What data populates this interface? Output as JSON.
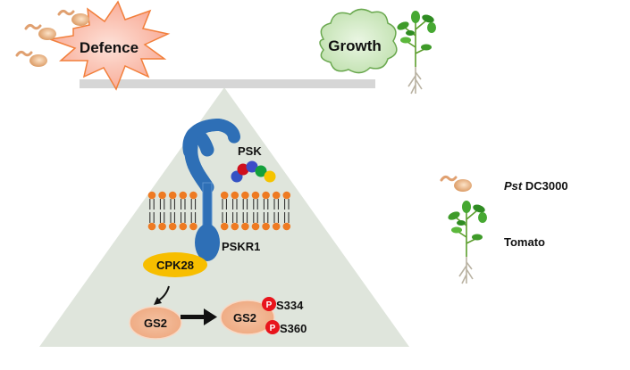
{
  "balance": {
    "left_label": "Defence",
    "right_label": "Growth"
  },
  "pathway": {
    "ligand_label": "PSK",
    "receptor_label": "PSKR1",
    "kinase_label": "CPK28",
    "substrate_label": "GS2",
    "phospho_substrate_label": "GS2",
    "phospho_mark": "P",
    "sites": [
      "S334",
      "S360"
    ]
  },
  "legend": {
    "items": [
      {
        "icon": "bacterium-icon",
        "label_italic": "Pst",
        "label_rest": " DC3000"
      },
      {
        "icon": "tomato-plant-icon",
        "label": "Tomato"
      }
    ]
  },
  "colors": {
    "fulcrum": "#dfe5dc",
    "beam": "#d6d6d6",
    "receptor": "#2e6fb6",
    "kinase": "#f7be00",
    "gs2": "#f0b48c",
    "phospho": "#e8141c",
    "lipid_head": "#ee7a22",
    "star_fill": "#fbb9a8",
    "star_stroke": "#f27f3b",
    "cloud_fill": "#cfe8c2",
    "cloud_stroke": "#6aa84f"
  }
}
